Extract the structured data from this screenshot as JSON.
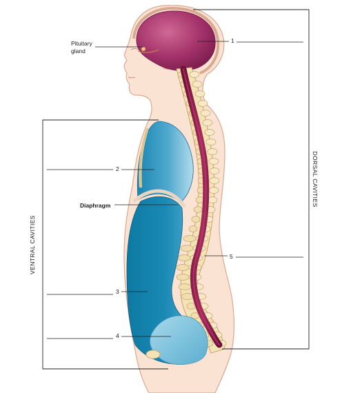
{
  "labels": {
    "pituitary_line1": "Pituitary",
    "pituitary_line2": "gland",
    "diaphragm": "Diaphragm",
    "marker_1": "1",
    "marker_2": "2",
    "marker_3": "3",
    "marker_4": "4",
    "marker_5": "5",
    "dorsal_cavities": "DORSAL CAVITIES",
    "ventral_cavities": "VENTRAL CAVITIES"
  },
  "colors": {
    "skin": "#fbe3d3",
    "outline": "#d9a891",
    "brain": "#a3336a",
    "spinal_cord": "#8e1a46",
    "vertebra": "#f4e3b6",
    "thoracic_cavity": "#3b9cc4",
    "abdominal_cavity": "#0f7fa8",
    "pelvic_cavity": "#7fc3dc"
  }
}
